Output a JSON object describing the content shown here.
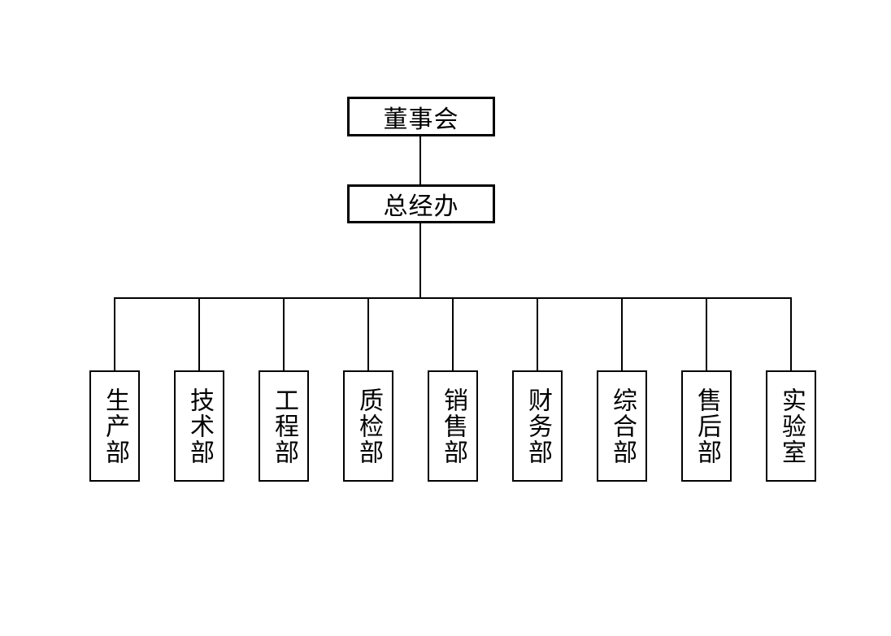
{
  "org_chart": {
    "root": {
      "label": "董事会"
    },
    "general_office": {
      "label": "总经办"
    },
    "departments": [
      {
        "label": "生产部"
      },
      {
        "label": "技术部"
      },
      {
        "label": "工程部"
      },
      {
        "label": "质检部"
      },
      {
        "label": "销售部"
      },
      {
        "label": "财务部"
      },
      {
        "label": "综合部"
      },
      {
        "label": "售后部"
      },
      {
        "label": "实验室"
      }
    ],
    "colors": {
      "background": "#ffffff",
      "box_fill": "#ffffff",
      "box_border": "#000000",
      "line": "#000000",
      "text": "#000000"
    }
  }
}
